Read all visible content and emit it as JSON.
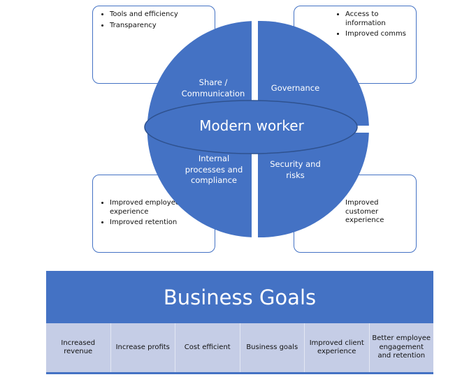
{
  "colors": {
    "primary": "#4472c4",
    "light": "#c5cde6"
  },
  "boxes": {
    "top_left": [
      "Tools and efficiency",
      "Transparency"
    ],
    "top_right": [
      "Access to information",
      "Improved comms"
    ],
    "bottom_left": [
      "Improved employee experience",
      "Improved retention"
    ],
    "bottom_right": [
      "Improved customer experience"
    ]
  },
  "quadrants": {
    "top_left": "Share / Communication",
    "top_right": "Governance",
    "bottom_left": "Internal processes and compliance",
    "bottom_right": "Security and risks"
  },
  "center_label": "Modern worker",
  "goals": {
    "title": "Business Goals",
    "items": [
      "Increased revenue",
      "Increase profits",
      "Cost efficient",
      "Business goals",
      "Improved client experience",
      "Better employee engagement and retention"
    ]
  }
}
